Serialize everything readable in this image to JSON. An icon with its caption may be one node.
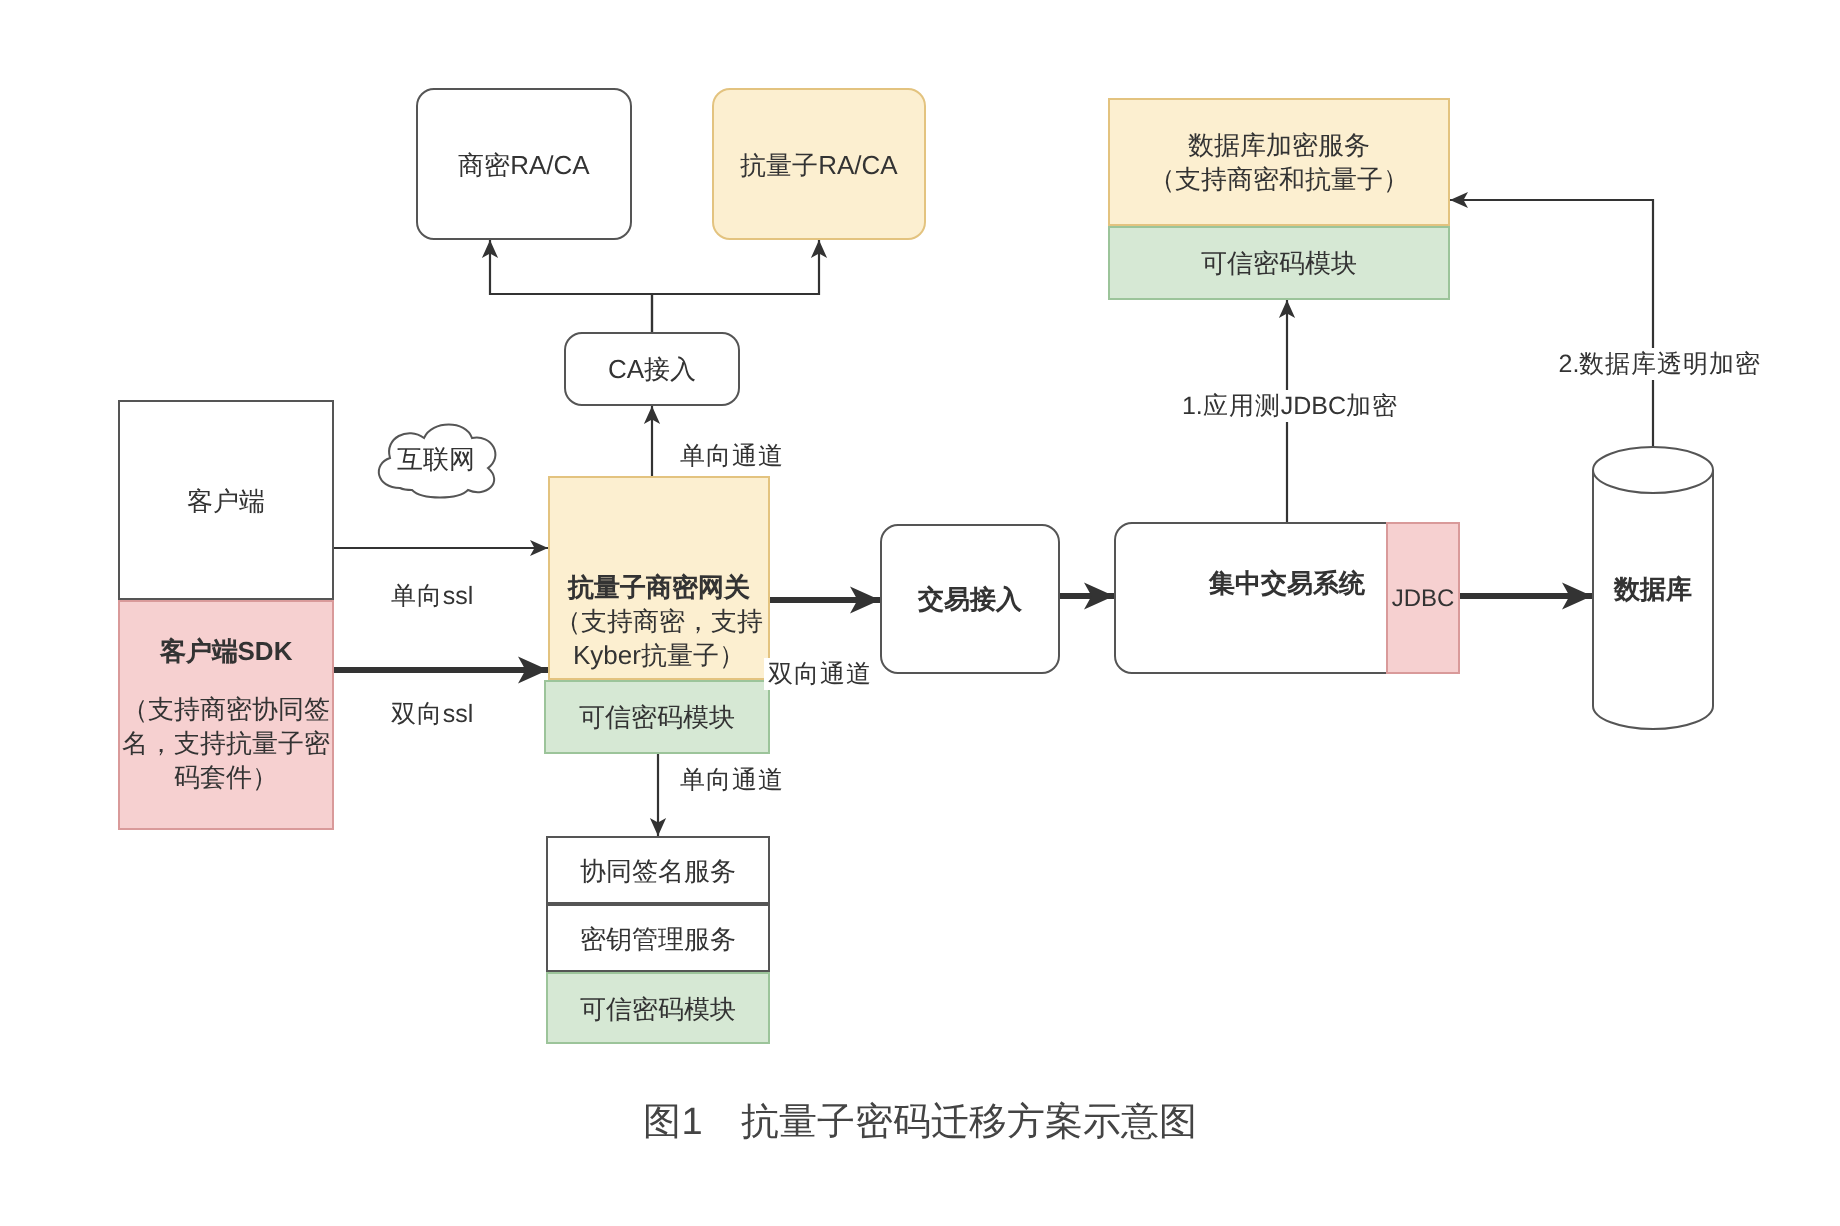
{
  "diagram": {
    "caption": "图1　抗量子密码迁移方案示意图",
    "nodes": [
      {
        "text": [
          "商密RA/CA"
        ]
      },
      {
        "text": [
          "抗量子RA/CA"
        ]
      },
      {
        "text": [
          "CA接入"
        ]
      },
      {
        "text": [
          "互联网"
        ]
      },
      {
        "text": [
          "客户端"
        ]
      },
      {
        "text": [
          "客户端SDK",
          "（支持商密协同签名，支持抗量子密码套件）"
        ]
      },
      {
        "text": [
          "抗量子商密网关",
          "（支持商密，支持Kyber抗量子）"
        ]
      },
      {
        "text": [
          "可信密码模块"
        ]
      },
      {
        "text": [
          "交易接入"
        ]
      },
      {
        "text": [
          "集中交易系统"
        ]
      },
      {
        "text": [
          "JDBC"
        ],
        "in": 9
      },
      {
        "text": [
          "数据库"
        ]
      },
      {
        "text": [
          "数据库加密服务",
          "（支持商密和抗量子）"
        ]
      },
      {
        "text": [
          "可信密码模块"
        ]
      },
      {
        "text": [
          "协同签名服务"
        ]
      },
      {
        "text": [
          "密钥管理服务"
        ]
      },
      {
        "text": [
          "可信密码模块"
        ]
      }
    ],
    "edges": [
      {
        "from": 2,
        "to": 0,
        "arrow": "to"
      },
      {
        "from": 2,
        "to": 1,
        "arrow": "to"
      },
      {
        "from": 6,
        "to": 2,
        "arrow": "to",
        "label": "单向通道"
      },
      {
        "from": 4,
        "to": 6,
        "arrow": "to",
        "label": "单向ssl"
      },
      {
        "from": 5,
        "to": 6,
        "arrow": "to",
        "label": "双向ssl",
        "style": "thick"
      },
      {
        "from": 6,
        "to": 8,
        "arrow": "to",
        "label": "双向通道",
        "style": "thick"
      },
      {
        "from": 8,
        "to": 9,
        "arrow": "to",
        "style": "thick"
      },
      {
        "from": 10,
        "to": 11,
        "arrow": "to",
        "style": "thick"
      },
      {
        "from": 9,
        "to": 13,
        "arrow": "to",
        "label": "1.应用测JDBC加密"
      },
      {
        "from": 11,
        "to": 12,
        "arrow": "to",
        "label": "2.数据库透明加密"
      },
      {
        "from": 7,
        "to": 14,
        "arrow": "to",
        "label": "单向通道"
      }
    ]
  }
}
